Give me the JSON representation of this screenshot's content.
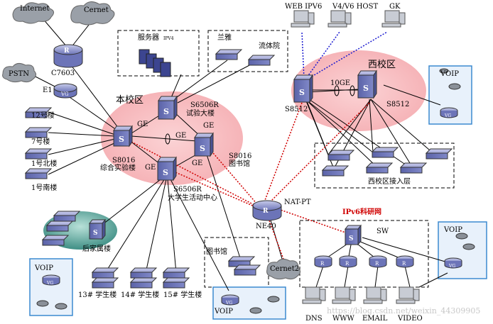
{
  "clouds": {
    "internet": "Internet",
    "cernet": "Cernet",
    "pstn": "PSTN",
    "cernet2": "Cernet2"
  },
  "routers": {
    "c7603": "C7603",
    "e1": "E1",
    "ne40": "NE40",
    "nat_pt": "NAT-PT"
  },
  "zones": {
    "main_campus": "本校区",
    "west_campus": "西校区"
  },
  "links": {
    "ge": "GE",
    "ten_ge": "10GE"
  },
  "switches": {
    "s6506r_lab": "S6506R",
    "lab_building": "试验大楼",
    "s8016_main": "S8016",
    "integrated_lab": "综合实验楼",
    "s8016_library": "S8016",
    "library": "图书馆",
    "s6506r_student": "S6506R",
    "student_center": "大学生活动中心",
    "s8512_left": "S8512",
    "s8512_right": "S8512"
  },
  "boxes": {
    "servers": "服务器",
    "servers_ipv4": "IPV4",
    "lanya": "兰雅",
    "liuti": "流体院",
    "west_access": "西校区接入层",
    "library_box": "图书馆",
    "sw": "SW",
    "ipv6_net": "IPv6科研网"
  },
  "buildings": {
    "b12": "12号楼",
    "b7": "7号楼",
    "b1n": "1号北楼",
    "b1s": "1号南楼",
    "houjia": "后家属楼",
    "s13": "13# 学生楼",
    "s14": "14# 学生楼",
    "s15": "15# 学生楼"
  },
  "voip": {
    "left": "VOIP",
    "bottom": "VOIP",
    "top_right": "VOIP",
    "bottom_right": "VOIP"
  },
  "hosts": {
    "web_ipv6": "WEB IPV6",
    "v4v6_host": "V4/V6 HOST",
    "gk": "GK"
  },
  "services": {
    "dns": "DNS",
    "www": "WWW",
    "email": "EMAIL",
    "video": "VIDEO"
  },
  "watermark": "https://blog.csdn.net/weixin_44309905",
  "colors": {
    "ellipse_fill": "#f9c3c6",
    "switch_blue": "#7f86c4",
    "router_blue": "#8b93c8",
    "red_dotted": "#d00000",
    "blue_dotted": "#1a1ad0",
    "green_ellipse": "#5aa99c"
  }
}
